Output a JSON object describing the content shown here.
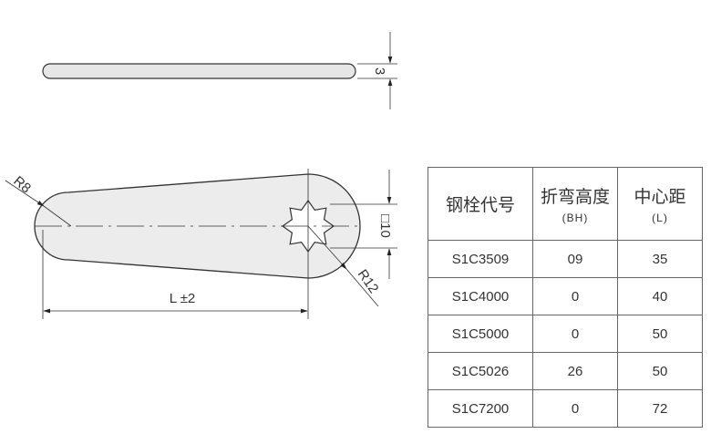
{
  "drawing": {
    "thickness_label": "3",
    "small_radius_label": "R8",
    "large_radius_label": "R12",
    "square_label": "□10",
    "length_label": "L ±2"
  },
  "table": {
    "headers": [
      {
        "title": "钢栓代号",
        "sub": ""
      },
      {
        "title": "折弯高度",
        "sub": "(BH)"
      },
      {
        "title": "中心距",
        "sub": "(L)"
      }
    ],
    "rows": [
      [
        "S1C3509",
        "09",
        "35"
      ],
      [
        "S1C4000",
        "0",
        "40"
      ],
      [
        "S1C5000",
        "0",
        "50"
      ],
      [
        "S1C5026",
        "26",
        "50"
      ],
      [
        "S1C7200",
        "0",
        "72"
      ]
    ]
  }
}
